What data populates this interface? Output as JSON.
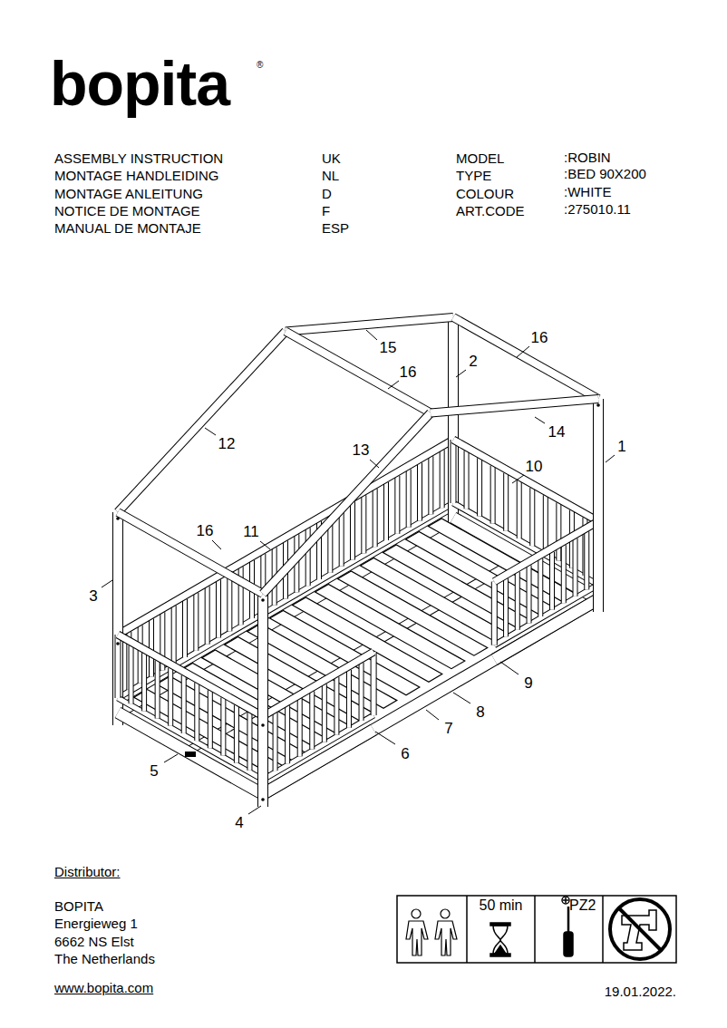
{
  "diagram": {
    "nodes": [
      {
        "text": [
          "50 min"
        ]
      },
      {
        "text": [
          "PZ2"
        ]
      }
    ],
    "labels": [
      "bopita",
      "®",
      "ASSEMBLY INSTRUCTION",
      "UK",
      "MODEL",
      ":ROBIN",
      "MONTAGE HANDLEIDING",
      "NL",
      "TYPE",
      ":BED 90X200",
      "MONTAGE ANLEITUNG",
      "D",
      "COLOUR",
      ":WHITE",
      "NOTICE DE MONTAGE",
      "F",
      "ART.CODE",
      ":275010.11",
      "MANUAL DE MONTAJE",
      "ESP",
      "15",
      "16",
      "2",
      "16",
      "14",
      "12",
      "13",
      "1",
      "10",
      "16",
      "11",
      "3",
      "9",
      "8",
      "7",
      "6",
      "5",
      "4",
      "Distributor:",
      "BOPITA",
      "Energieweg 1",
      "6662 NS Elst",
      "The Netherlands",
      "www.bopita.com",
      "19.01.2022."
    ]
  }
}
